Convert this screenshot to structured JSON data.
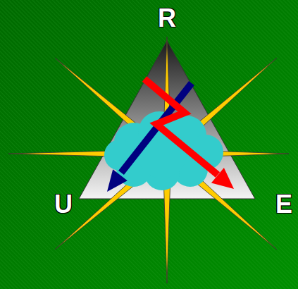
{
  "diagram": {
    "labels": [
      "R",
      "U",
      "E"
    ]
  }
}
